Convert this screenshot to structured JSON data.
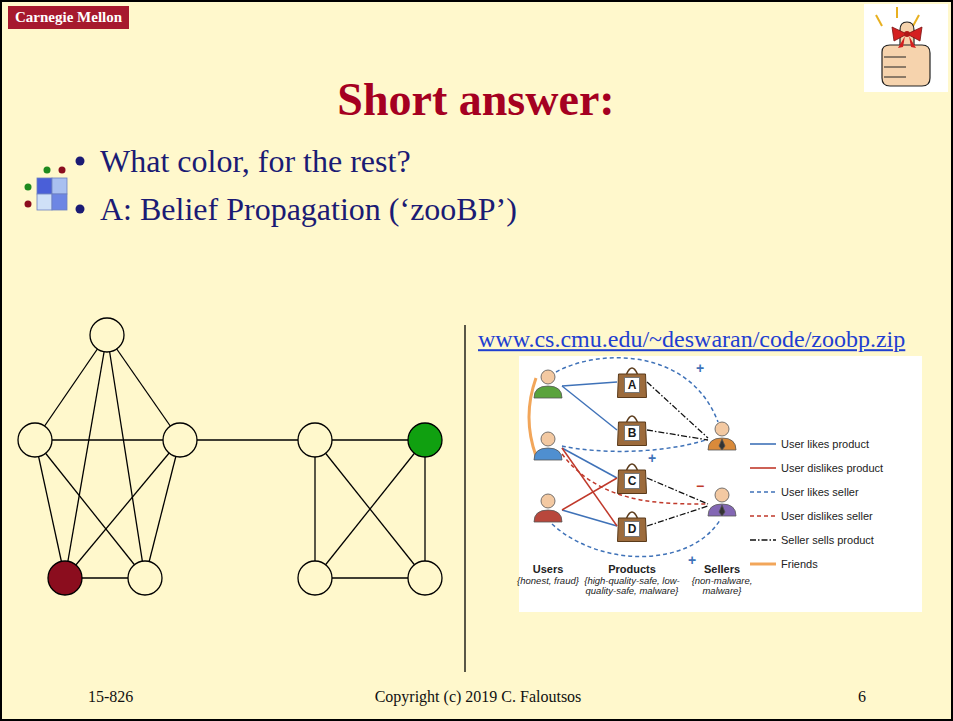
{
  "diagram": {
    "title": "Short answer:",
    "nodes": [
      {
        "text": [
          "A"
        ]
      },
      {
        "text": [
          "B"
        ]
      },
      {
        "text": [
          "C"
        ]
      },
      {
        "text": [
          "D"
        ]
      }
    ],
    "labels": [
      "Carnegie Mellon",
      "What color, for the rest?",
      "A: Belief Propagation (‘zooBP’)",
      "www.cs.cmu.edu/~deswaran/code/zoobp.zip",
      "+",
      "+",
      "−",
      "+",
      "Users",
      "{honest, fraud}",
      "Products",
      "{high-quality-safe, low-quality-safe, malware}",
      "Sellers",
      "{non-malware, malware}",
      "15-826",
      "Copyright (c) 2019 C. Faloutsos",
      "6"
    ],
    "legend": [
      {
        "text": "User likes product"
      },
      {
        "text": "User dislikes product"
      },
      {
        "text": "User likes seller"
      },
      {
        "text": "User dislikes seller"
      },
      {
        "text": "Seller sells product"
      },
      {
        "text": "Friends"
      }
    ]
  }
}
